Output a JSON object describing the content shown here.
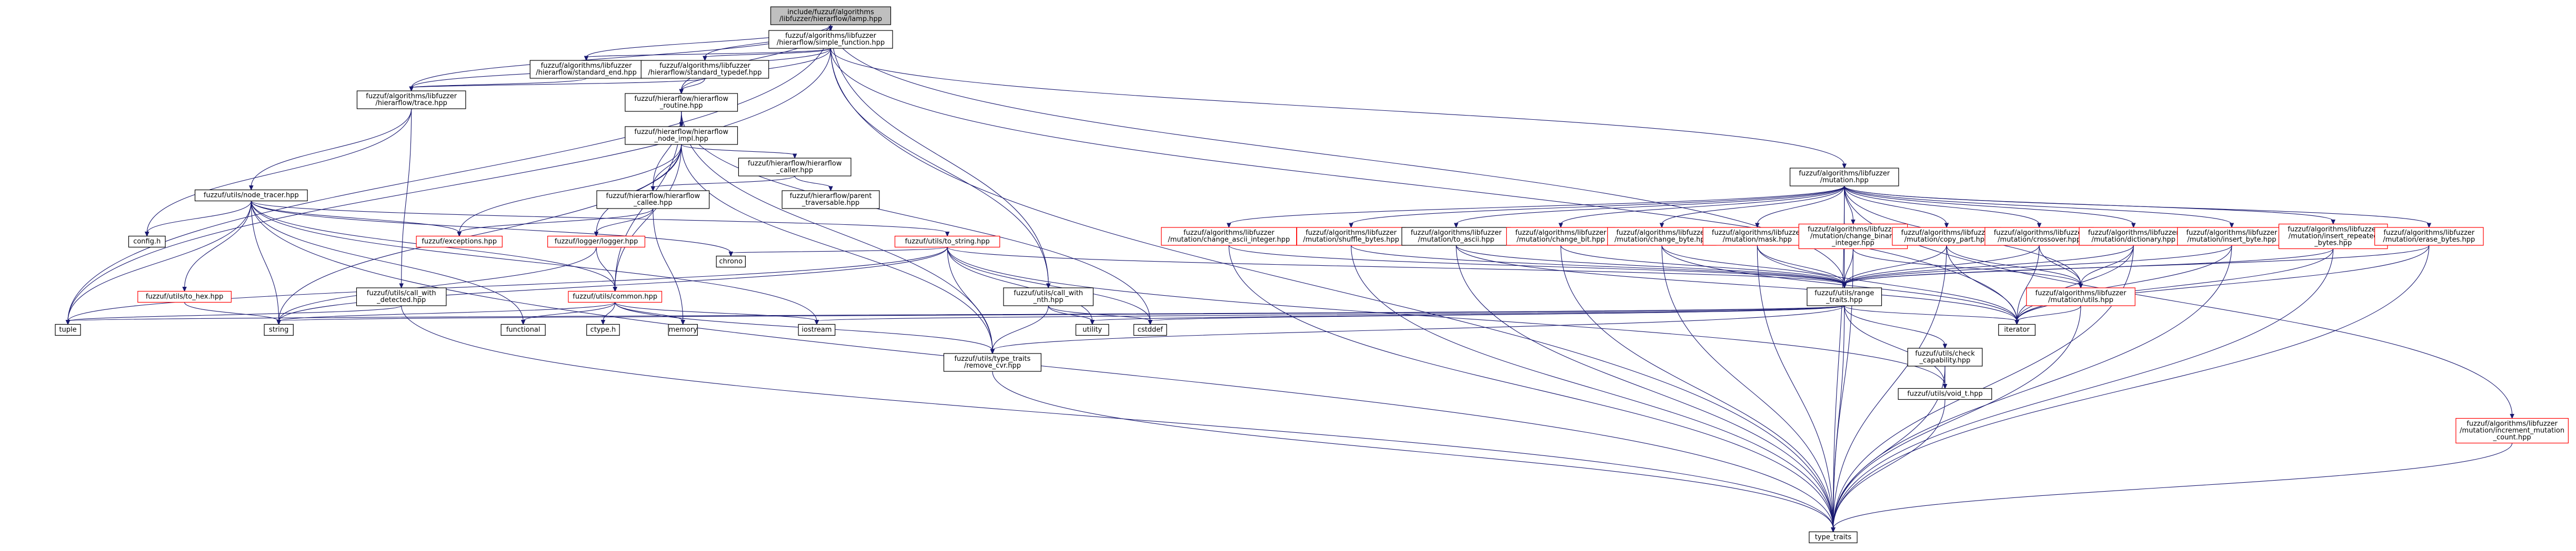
{
  "graph": {
    "nodes": [
      {
        "id": "root",
        "lines": [
          "include/fuzzuf/algorithms",
          "/libfuzzer/hierarflow/lamp.hpp"
        ],
        "red": false
      },
      {
        "id": "simple_function",
        "lines": [
          "fuzzuf/algorithms/libfuzzer",
          "/hierarflow/simple_function.hpp"
        ],
        "red": false
      },
      {
        "id": "standard_end",
        "lines": [
          "fuzzuf/algorithms/libfuzzer",
          "/hierarflow/standard_end.hpp"
        ],
        "red": false
      },
      {
        "id": "standard_typedef",
        "lines": [
          "fuzzuf/algorithms/libfuzzer",
          "/hierarflow/standard_typedef.hpp"
        ],
        "red": false
      },
      {
        "id": "trace",
        "lines": [
          "fuzzuf/algorithms/libfuzzer",
          "/hierarflow/trace.hpp"
        ],
        "red": false
      },
      {
        "id": "routine",
        "lines": [
          "fuzzuf/hierarflow/hierarflow",
          "_routine.hpp"
        ],
        "red": false
      },
      {
        "id": "node_impl",
        "lines": [
          "fuzzuf/hierarflow/hierarflow",
          "_node_impl.hpp"
        ],
        "red": false
      },
      {
        "id": "hf_caller",
        "lines": [
          "fuzzuf/hierarflow/hierarflow",
          "_caller.hpp"
        ],
        "red": false
      },
      {
        "id": "hf_callee",
        "lines": [
          "fuzzuf/hierarflow/hierarflow",
          "_callee.hpp"
        ],
        "red": false
      },
      {
        "id": "parent_traversable",
        "lines": [
          "fuzzuf/hierarflow/parent",
          "_traversable.hpp"
        ],
        "red": false
      },
      {
        "id": "node_tracer",
        "lines": [
          "fuzzuf/utils/node_tracer.hpp"
        ],
        "red": false
      },
      {
        "id": "config",
        "lines": [
          "config.h"
        ],
        "red": false
      },
      {
        "id": "exceptions",
        "lines": [
          "fuzzuf/exceptions.hpp"
        ],
        "red": true
      },
      {
        "id": "logger",
        "lines": [
          "fuzzuf/logger/logger.hpp"
        ],
        "red": true
      },
      {
        "id": "to_string",
        "lines": [
          "fuzzuf/utils/to_string.hpp"
        ],
        "red": true
      },
      {
        "id": "to_hex",
        "lines": [
          "fuzzuf/utils/to_hex.hpp"
        ],
        "red": true
      },
      {
        "id": "call_with_detected",
        "lines": [
          "fuzzuf/utils/call_with",
          "_detected.hpp"
        ],
        "red": false
      },
      {
        "id": "common",
        "lines": [
          "fuzzuf/utils/common.hpp"
        ],
        "red": true
      },
      {
        "id": "call_with_nth",
        "lines": [
          "fuzzuf/utils/call_with",
          "_nth.hpp"
        ],
        "red": false
      },
      {
        "id": "mutation",
        "lines": [
          "fuzzuf/algorithms/libfuzzer",
          "/mutation.hpp"
        ],
        "red": false
      },
      {
        "id": "m_change_ascii_integer",
        "lines": [
          "fuzzuf/algorithms/libfuzzer",
          "/mutation/change_ascii_integer.hpp"
        ],
        "red": true
      },
      {
        "id": "m_shuffle_bytes",
        "lines": [
          "fuzzuf/algorithms/libfuzzer",
          "/mutation/shuffle_bytes.hpp"
        ],
        "red": true
      },
      {
        "id": "m_to_ascii",
        "lines": [
          "fuzzuf/algorithms/libfuzzer",
          "/mutation/to_ascii.hpp"
        ],
        "red": false
      },
      {
        "id": "m_change_bit",
        "lines": [
          "fuzzuf/algorithms/libfuzzer",
          "/mutation/change_bit.hpp"
        ],
        "red": true
      },
      {
        "id": "m_change_byte",
        "lines": [
          "fuzzuf/algorithms/libfuzzer",
          "/mutation/change_byte.hpp"
        ],
        "red": true
      },
      {
        "id": "m_mask",
        "lines": [
          "fuzzuf/algorithms/libfuzzer",
          "/mutation/mask.hpp"
        ],
        "red": true
      },
      {
        "id": "m_change_binary_integer",
        "lines": [
          "fuzzuf/algorithms/libfuzzer",
          "/mutation/change_binary",
          "_integer.hpp"
        ],
        "red": true
      },
      {
        "id": "m_copy_part",
        "lines": [
          "fuzzuf/algorithms/libfuzzer",
          "/mutation/copy_part.hpp"
        ],
        "red": true
      },
      {
        "id": "m_crossover",
        "lines": [
          "fuzzuf/algorithms/libfuzzer",
          "/mutation/crossover.hpp"
        ],
        "red": true
      },
      {
        "id": "m_dictionary",
        "lines": [
          "fuzzuf/algorithms/libfuzzer",
          "/mutation/dictionary.hpp"
        ],
        "red": true
      },
      {
        "id": "m_insert_byte",
        "lines": [
          "fuzzuf/algorithms/libfuzzer",
          "/mutation/insert_byte.hpp"
        ],
        "red": true
      },
      {
        "id": "m_insert_repeated_bytes",
        "lines": [
          "fuzzuf/algorithms/libfuzzer",
          "/mutation/insert_repeated",
          "_bytes.hpp"
        ],
        "red": true
      },
      {
        "id": "m_erase_bytes",
        "lines": [
          "fuzzuf/algorithms/libfuzzer",
          "/mutation/erase_bytes.hpp"
        ],
        "red": true
      },
      {
        "id": "m_increment_mutation_count",
        "lines": [
          "fuzzuf/algorithms/libfuzzer",
          "/mutation/increment_mutation",
          "_count.hpp"
        ],
        "red": true
      },
      {
        "id": "range_traits",
        "lines": [
          "fuzzuf/utils/range",
          "_traits.hpp"
        ],
        "red": false
      },
      {
        "id": "m_utils",
        "lines": [
          "fuzzuf/algorithms/libfuzzer",
          "/mutation/utils.hpp"
        ],
        "red": true
      },
      {
        "id": "check_capability",
        "lines": [
          "fuzzuf/utils/check",
          "_capability.hpp"
        ],
        "red": false
      },
      {
        "id": "void_t",
        "lines": [
          "fuzzuf/utils/void_t.hpp"
        ],
        "red": false
      },
      {
        "id": "remove_cvr",
        "lines": [
          "fuzzuf/utils/type_traits",
          "/remove_cvr.hpp"
        ],
        "red": false
      },
      {
        "id": "tuple",
        "lines": [
          "tuple"
        ],
        "red": false
      },
      {
        "id": "string",
        "lines": [
          "string"
        ],
        "red": false
      },
      {
        "id": "functional",
        "lines": [
          "functional"
        ],
        "red": false
      },
      {
        "id": "ctype",
        "lines": [
          "ctype.h"
        ],
        "red": false
      },
      {
        "id": "memory",
        "lines": [
          "memory"
        ],
        "red": false
      },
      {
        "id": "iostream",
        "lines": [
          "iostream"
        ],
        "red": false
      },
      {
        "id": "chrono",
        "lines": [
          "chrono"
        ],
        "red": false
      },
      {
        "id": "utility",
        "lines": [
          "utility"
        ],
        "red": false
      },
      {
        "id": "cstddef",
        "lines": [
          "cstddef"
        ],
        "red": false
      },
      {
        "id": "iterator",
        "lines": [
          "iterator"
        ],
        "red": false
      },
      {
        "id": "type_traits",
        "lines": [
          "type_traits"
        ],
        "red": false
      }
    ],
    "edges": [
      [
        "root",
        "simple_function"
      ],
      [
        "root",
        "standard_end"
      ],
      [
        "root",
        "standard_typedef"
      ],
      [
        "root",
        "trace"
      ],
      [
        "root",
        "routine"
      ],
      [
        "root",
        "tuple"
      ],
      [
        "root",
        "call_with_nth"
      ],
      [
        "root",
        "range_traits"
      ],
      [
        "simple_function",
        "standard_end"
      ],
      [
        "simple_function",
        "standard_typedef"
      ],
      [
        "simple_function",
        "trace"
      ],
      [
        "simple_function",
        "routine"
      ],
      [
        "simple_function",
        "mutation"
      ],
      [
        "simple_function",
        "call_with_nth"
      ],
      [
        "simple_function",
        "type_traits"
      ],
      [
        "simple_function",
        "iterator"
      ],
      [
        "simple_function",
        "tuple"
      ],
      [
        "standard_end",
        "trace"
      ],
      [
        "standard_typedef",
        "trace"
      ],
      [
        "standard_typedef",
        "routine"
      ],
      [
        "trace",
        "node_tracer"
      ],
      [
        "trace",
        "config"
      ],
      [
        "trace",
        "call_with_detected"
      ],
      [
        "routine",
        "node_impl"
      ],
      [
        "routine",
        "hf_callee"
      ],
      [
        "routine",
        "remove_cvr"
      ],
      [
        "routine",
        "common"
      ],
      [
        "routine",
        "cstddef"
      ],
      [
        "node_impl",
        "hf_caller"
      ],
      [
        "node_impl",
        "hf_callee"
      ],
      [
        "node_impl",
        "exceptions"
      ],
      [
        "node_impl",
        "logger"
      ],
      [
        "node_impl",
        "common"
      ],
      [
        "node_impl",
        "remove_cvr"
      ],
      [
        "node_impl",
        "string"
      ],
      [
        "hf_caller",
        "hf_callee"
      ],
      [
        "hf_caller",
        "parent_traversable"
      ],
      [
        "hf_callee",
        "exceptions"
      ],
      [
        "hf_callee",
        "logger"
      ],
      [
        "hf_callee",
        "memory"
      ],
      [
        "logger",
        "common"
      ],
      [
        "logger",
        "string"
      ],
      [
        "node_tracer",
        "config"
      ],
      [
        "node_tracer",
        "exceptions"
      ],
      [
        "node_tracer",
        "to_string"
      ],
      [
        "node_tracer",
        "to_hex"
      ],
      [
        "node_tracer",
        "common"
      ],
      [
        "node_tracer",
        "string"
      ],
      [
        "node_tracer",
        "type_traits"
      ],
      [
        "node_tracer",
        "functional"
      ],
      [
        "node_tracer",
        "iostream"
      ],
      [
        "node_tracer",
        "chrono"
      ],
      [
        "node_tracer",
        "tuple"
      ],
      [
        "to_string",
        "string"
      ],
      [
        "to_string",
        "remove_cvr"
      ],
      [
        "to_string",
        "void_t"
      ],
      [
        "to_string",
        "chrono"
      ],
      [
        "to_string",
        "utility"
      ],
      [
        "to_string",
        "cstddef"
      ],
      [
        "to_string",
        "range_traits"
      ],
      [
        "to_string",
        "tuple"
      ],
      [
        "to_hex",
        "string"
      ],
      [
        "call_with_detected",
        "type_traits"
      ],
      [
        "call_with_detected",
        "tuple"
      ],
      [
        "common",
        "string"
      ],
      [
        "common",
        "functional"
      ],
      [
        "common",
        "ctype"
      ],
      [
        "common",
        "memory"
      ],
      [
        "common",
        "iostream"
      ],
      [
        "common",
        "remove_cvr"
      ],
      [
        "call_with_nth",
        "remove_cvr"
      ],
      [
        "call_with_nth",
        "utility"
      ],
      [
        "call_with_nth",
        "cstddef"
      ],
      [
        "mutation",
        "m_change_ascii_integer"
      ],
      [
        "mutation",
        "m_shuffle_bytes"
      ],
      [
        "mutation",
        "m_to_ascii"
      ],
      [
        "mutation",
        "m_change_bit"
      ],
      [
        "mutation",
        "m_change_byte"
      ],
      [
        "mutation",
        "m_mask"
      ],
      [
        "mutation",
        "m_change_binary_integer"
      ],
      [
        "mutation",
        "m_copy_part"
      ],
      [
        "mutation",
        "m_crossover"
      ],
      [
        "mutation",
        "m_dictionary"
      ],
      [
        "mutation",
        "m_insert_byte"
      ],
      [
        "mutation",
        "m_insert_repeated_bytes"
      ],
      [
        "mutation",
        "m_erase_bytes"
      ],
      [
        "mutation",
        "m_increment_mutation_count"
      ],
      [
        "mutation",
        "m_utils"
      ],
      [
        "mutation",
        "range_traits"
      ],
      [
        "mutation",
        "type_traits"
      ],
      [
        "m_change_ascii_integer",
        "range_traits"
      ],
      [
        "m_change_ascii_integer",
        "type_traits"
      ],
      [
        "m_shuffle_bytes",
        "range_traits"
      ],
      [
        "m_shuffle_bytes",
        "type_traits"
      ],
      [
        "m_to_ascii",
        "range_traits"
      ],
      [
        "m_to_ascii",
        "type_traits"
      ],
      [
        "m_to_ascii",
        "iterator"
      ],
      [
        "m_change_bit",
        "range_traits"
      ],
      [
        "m_change_bit",
        "type_traits"
      ],
      [
        "m_change_byte",
        "range_traits"
      ],
      [
        "m_change_byte",
        "type_traits"
      ],
      [
        "m_change_byte",
        "iterator"
      ],
      [
        "m_mask",
        "range_traits"
      ],
      [
        "m_mask",
        "type_traits"
      ],
      [
        "m_mask",
        "iterator"
      ],
      [
        "m_change_binary_integer",
        "range_traits"
      ],
      [
        "m_change_binary_integer",
        "m_utils"
      ],
      [
        "m_change_binary_integer",
        "type_traits"
      ],
      [
        "m_copy_part",
        "range_traits"
      ],
      [
        "m_copy_part",
        "m_utils"
      ],
      [
        "m_copy_part",
        "type_traits"
      ],
      [
        "m_copy_part",
        "iterator"
      ],
      [
        "m_crossover",
        "range_traits"
      ],
      [
        "m_crossover",
        "m_utils"
      ],
      [
        "m_crossover",
        "iterator"
      ],
      [
        "m_dictionary",
        "range_traits"
      ],
      [
        "m_dictionary",
        "m_utils"
      ],
      [
        "m_dictionary",
        "type_traits"
      ],
      [
        "m_dictionary",
        "iterator"
      ],
      [
        "m_insert_byte",
        "range_traits"
      ],
      [
        "m_insert_byte",
        "type_traits"
      ],
      [
        "m_insert_byte",
        "iterator"
      ],
      [
        "m_insert_repeated_bytes",
        "range_traits"
      ],
      [
        "m_insert_repeated_bytes",
        "type_traits"
      ],
      [
        "m_insert_repeated_bytes",
        "iterator"
      ],
      [
        "m_erase_bytes",
        "range_traits"
      ],
      [
        "m_erase_bytes",
        "type_traits"
      ],
      [
        "m_erase_bytes",
        "iterator"
      ],
      [
        "m_increment_mutation_count",
        "type_traits"
      ],
      [
        "m_utils",
        "type_traits"
      ],
      [
        "m_utils",
        "iterator"
      ],
      [
        "range_traits",
        "check_capability"
      ],
      [
        "range_traits",
        "void_t"
      ],
      [
        "range_traits",
        "remove_cvr"
      ],
      [
        "range_traits",
        "type_traits"
      ],
      [
        "range_traits",
        "iterator"
      ],
      [
        "range_traits",
        "utility"
      ],
      [
        "range_traits",
        "cstddef"
      ],
      [
        "range_traits",
        "string"
      ],
      [
        "range_traits",
        "tuple"
      ],
      [
        "range_traits",
        "iostream"
      ],
      [
        "check_capability",
        "void_t"
      ],
      [
        "check_capability",
        "type_traits"
      ],
      [
        "void_t",
        "type_traits"
      ],
      [
        "remove_cvr",
        "type_traits"
      ]
    ]
  }
}
